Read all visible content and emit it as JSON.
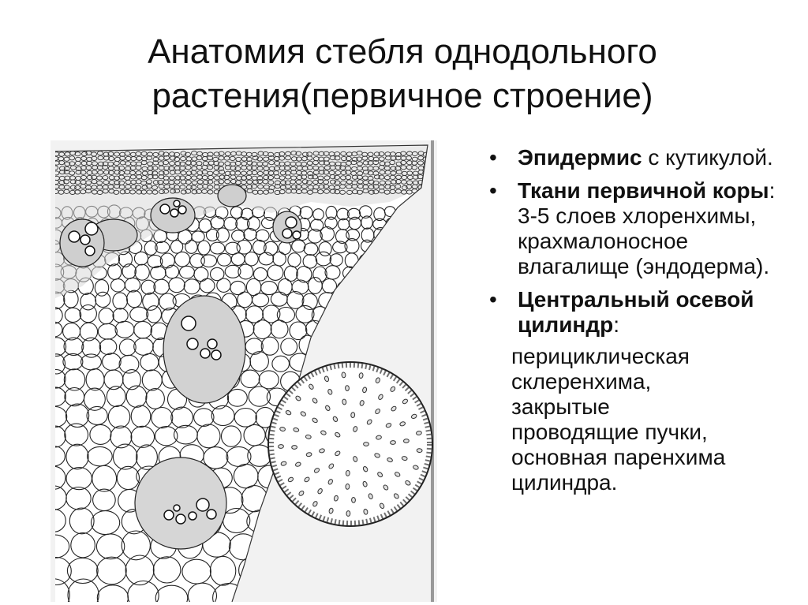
{
  "slide": {
    "title_line1": "Анатомия стебля однодольного",
    "title_line2": "растения(первичное строение)"
  },
  "bullets": [
    {
      "bold": "Эпидермис",
      "rest": " с кутикулой."
    },
    {
      "bold": "Ткани первичной коры",
      "rest": ": 3-5 слоев хлоренхимы, крахмалоносное влагалище (эндодерма)."
    },
    {
      "bold": "Центральный осевой цилиндр",
      "rest": ":"
    }
  ],
  "sub_lines": [
    "перициклическая",
    "склеренхима,",
    "закрытые",
    "проводящие пучки,",
    "основная паренхима",
    "цилиндра."
  ]
}
